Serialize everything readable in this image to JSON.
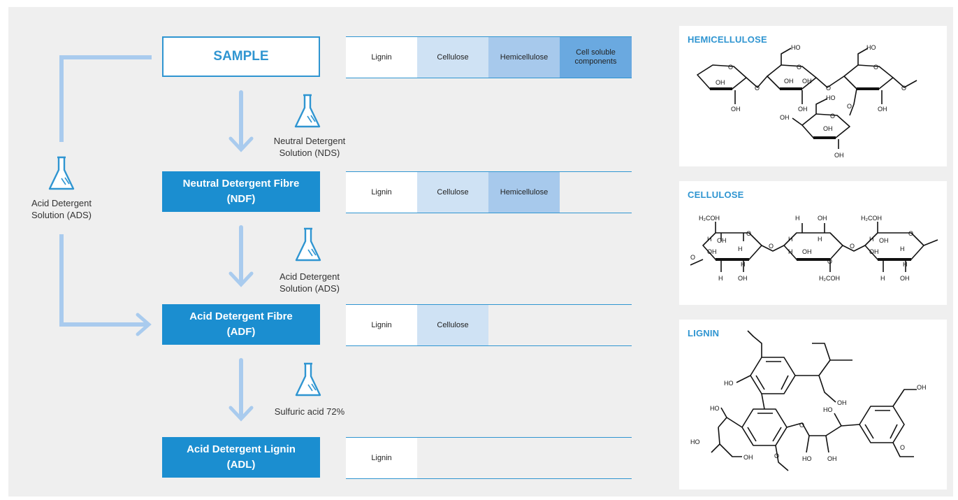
{
  "steps": {
    "sample": "SAMPLE",
    "ndf_line1": "Neutral Detergent Fibre",
    "ndf_line2": "(NDF)",
    "adf_line1": "Acid Detergent Fibre",
    "adf_line2": "(ADF)",
    "adl_line1": "Acid Detergent Lignin",
    "adl_line2": "(ADL)"
  },
  "reagents": {
    "nds_line1": "Neutral Detergent",
    "nds_line2": "Solution (NDS)",
    "ads_line1": "Acid Detergent",
    "ads_line2": "Solution (ADS)",
    "side_ads_line1": "Acid Detergent",
    "side_ads_line2": "Solution (ADS)",
    "sulfuric": "Sulfuric acid 72%"
  },
  "fractions": {
    "lignin": "Lignin",
    "cellulose": "Cellulose",
    "hemicellulose": "Hemicellulose",
    "cell_soluble_line1": "Cell soluble",
    "cell_soluble_line2": "components"
  },
  "molecules": {
    "hemicellulose": "HEMICELLULOSE",
    "cellulose": "CELLULOSE",
    "lignin": "LIGNIN"
  },
  "colors": {
    "accent": "#1b8ed0",
    "arrow": "#a9cbee",
    "cellulose": "#cfe2f4",
    "hemicellulose": "#a7c9ec",
    "cell_soluble": "#6aa9e0"
  },
  "icons": {
    "reagent": "flask-icon"
  }
}
